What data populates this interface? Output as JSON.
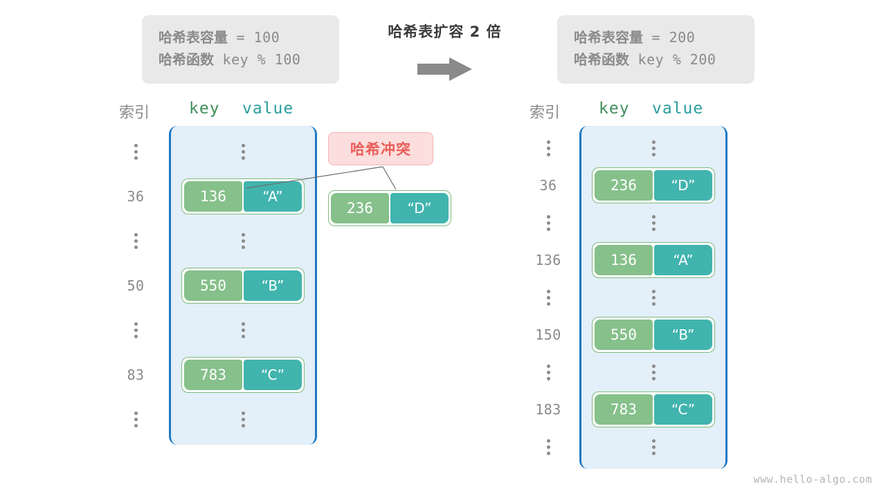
{
  "before": {
    "capacity_label": "哈希表容量",
    "capacity_eq": " = 100",
    "hash_label": "哈希函数",
    "hash_expr": " key % 100"
  },
  "after": {
    "capacity_label": "哈希表容量",
    "capacity_eq": " = 200",
    "hash_label": "哈希函数",
    "hash_expr": " key % 200"
  },
  "transform": {
    "title": "哈希表扩容 2 倍",
    "arrow_icon": "arrow-right-icon"
  },
  "headers": {
    "index": "索引",
    "key": "key",
    "value": "value"
  },
  "collision": {
    "label": "哈希冲突",
    "key": "236",
    "value": "“D”"
  },
  "left_table": {
    "rows": [
      {
        "type": "ellipsis"
      },
      {
        "type": "entry",
        "index": "36",
        "key": "136",
        "value": "“A”"
      },
      {
        "type": "ellipsis"
      },
      {
        "type": "entry",
        "index": "50",
        "key": "550",
        "value": "“B”"
      },
      {
        "type": "ellipsis"
      },
      {
        "type": "entry",
        "index": "83",
        "key": "783",
        "value": "“C”"
      },
      {
        "type": "ellipsis"
      }
    ]
  },
  "right_table": {
    "rows": [
      {
        "type": "ellipsis"
      },
      {
        "type": "entry",
        "index": "36",
        "key": "236",
        "value": "“D”"
      },
      {
        "type": "ellipsis"
      },
      {
        "type": "entry",
        "index": "136",
        "key": "136",
        "value": "“A”"
      },
      {
        "type": "ellipsis"
      },
      {
        "type": "entry",
        "index": "150",
        "key": "550",
        "value": "“B”"
      },
      {
        "type": "ellipsis"
      },
      {
        "type": "entry",
        "index": "183",
        "key": "783",
        "value": "“C”"
      },
      {
        "type": "ellipsis"
      }
    ]
  },
  "watermark": "www.hello-algo.com",
  "colors": {
    "key_fill": "#86c08b",
    "value_fill": "#41b4ae",
    "pair_border": "#7cba7c",
    "bucket_fill": "#e3eff9",
    "bucket_border": "#1d78c2",
    "info_bg": "#e9e9e9",
    "collision_bg": "#fbdedd",
    "collision_text": "#ea5c57",
    "muted_text": "#8a8a8a",
    "key_header": "#3f8f5b",
    "value_header": "#2a9d9d"
  }
}
